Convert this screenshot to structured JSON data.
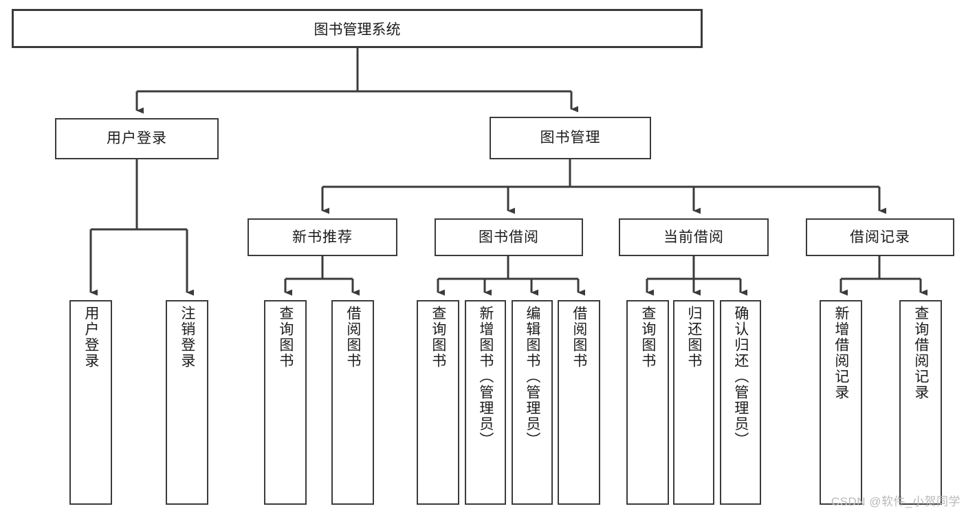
{
  "diagram": {
    "title": "图书管理系统",
    "type": "tree-hierarchy-diagram",
    "theme": {
      "line_color": "#3b3b3b",
      "box_fill": "#ffffff",
      "text_color": "#1b1b1b",
      "watermark_color": "#b9b9b9"
    },
    "root": {
      "label": "图书管理系统"
    },
    "level2": [
      {
        "label": "用户登录"
      },
      {
        "label": "图书管理"
      }
    ],
    "level3": [
      {
        "label": "新书推荐"
      },
      {
        "label": "图书借阅"
      },
      {
        "label": "当前借阅"
      },
      {
        "label": "借阅记录"
      }
    ],
    "leaves": {
      "user_login": [
        {
          "label": "用户登录"
        },
        {
          "label": "注销登录"
        }
      ],
      "new_book_recommend": [
        {
          "label": "查询图书"
        },
        {
          "label": "借阅图书"
        }
      ],
      "book_borrow": [
        {
          "label": "查询图书"
        },
        {
          "label": "新增图书（管理员）"
        },
        {
          "label": "编辑图书（管理员）"
        },
        {
          "label": "借阅图书"
        }
      ],
      "current_borrow": [
        {
          "label": "查询图书"
        },
        {
          "label": "归还图书"
        },
        {
          "label": "确认归还（管理员）"
        }
      ],
      "borrow_record": [
        {
          "label": "新增借阅记录"
        },
        {
          "label": "查询借阅记录"
        }
      ]
    }
  },
  "watermark": {
    "text": "CSDN @软件_小贺同学"
  }
}
